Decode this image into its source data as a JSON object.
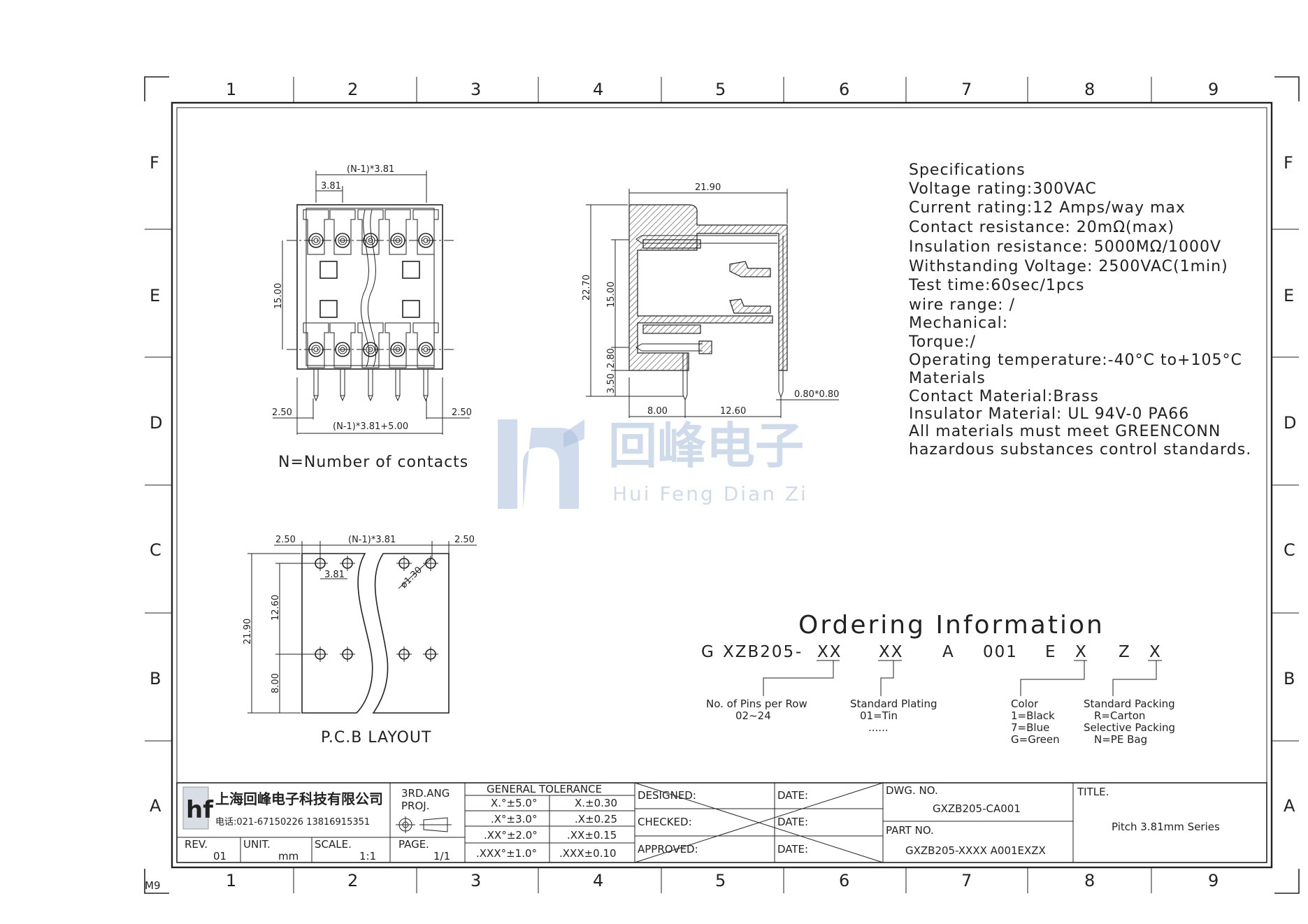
{
  "grid": {
    "columns": [
      "1",
      "2",
      "3",
      "4",
      "5",
      "6",
      "7",
      "8",
      "9"
    ],
    "rows": [
      "F",
      "E",
      "D",
      "C",
      "B",
      "A"
    ]
  },
  "sheet_corner_label": "M9",
  "specifications": {
    "lines": [
      "Specifications",
      "Voltage rating:300VAC",
      "Current rating:12 Amps/way max",
      "Contact resistance: 20mΩ(max)",
      "Insulation resistance: 5000MΩ/1000V",
      "Withstanding Voltage: 2500VAC(1min)",
      "Test time:60sec/1pcs",
      "wire range: /",
      "Mechanical:",
      "Torque:/",
      "Operating temperature:-40°C to+105°C",
      "Materials",
      "Contact Material:Brass",
      "Insulator Material: UL 94V-0 PA66",
      "All materials must meet GREENCONN",
      "hazardous substances control standards."
    ]
  },
  "front_view": {
    "dim_top": "(N-1)*3.81",
    "dim_pitch": "3.81",
    "dim_height": "15.00",
    "dim_left": "2.50",
    "dim_right": "2.50",
    "dim_bottom": "(N-1)*3.81+5.00",
    "caption": "N=Number of contacts"
  },
  "side_view": {
    "dim_width": "21.90",
    "dim_total_height": "22.70",
    "dim_height": "15.00",
    "dim_280": "2.80",
    "dim_350": "3.50",
    "dim_800": "8.00",
    "dim_1260": "12.60",
    "dim_pin": "0.80*0.80"
  },
  "pcb_layout": {
    "dim_left": "2.50",
    "dim_top": "(N-1)*3.81",
    "dim_right": "2.50",
    "dim_pitch": "3.81",
    "dim_hole": "ø1.30",
    "dim_total": "21.90",
    "dim_1260": "12.60",
    "dim_800": "8.00",
    "caption": "P.C.B LAYOUT"
  },
  "watermark": {
    "logo": "hf",
    "chinese": "回峰电子",
    "pinyin": "Hui Feng Dian Zi"
  },
  "ordering": {
    "title": "Ordering Information",
    "code": [
      "G",
      "XZB205",
      "-",
      "XX",
      "XX",
      "A",
      "001",
      "E",
      "X",
      "Z",
      "X"
    ],
    "pins": [
      "No. of Pins per Row",
      "02~24"
    ],
    "plating": [
      "Standard Plating",
      "01=Tin",
      "......"
    ],
    "color": [
      "Color",
      "1=Black",
      "7=Blue",
      "G=Green"
    ],
    "packing": [
      "Standard Packing",
      "R=Carton",
      "Selective Packing",
      "N=PE Bag"
    ]
  },
  "title_block": {
    "company": "上海回峰电子科技有限公司",
    "phone": "电话:021-67150226  13816915351",
    "proj": [
      "3RD.ANG",
      "PROJ."
    ],
    "rev_label": "REV.",
    "rev": "01",
    "unit_label": "UNIT.",
    "unit": "mm",
    "scale_label": "SCALE.",
    "scale": "1:1",
    "page_label": "PAGE.",
    "page": "1/1",
    "tolerance_title": "GENERAL TOLERANCE",
    "tolerance": [
      [
        "X.°±5.0°",
        "X.±0.30"
      ],
      [
        ".X°±3.0°",
        ".X±0.25"
      ],
      [
        ".XX°±2.0°",
        ".XX±0.15"
      ],
      [
        ".XXX°±1.0°",
        ".XXX±0.10"
      ]
    ],
    "designed": "DESIGNED:",
    "checked": "CHECKED:",
    "approved": "APPROVED:",
    "date": "DATE:",
    "dwg_label": "DWG. NO.",
    "dwg_no": "GXZB205-CA001",
    "part_label": "PART NO.",
    "part_no": "GXZB205-XXXX A001EXZX",
    "title_label": "TITLE.",
    "title": "Pitch 3.81mm Series"
  }
}
